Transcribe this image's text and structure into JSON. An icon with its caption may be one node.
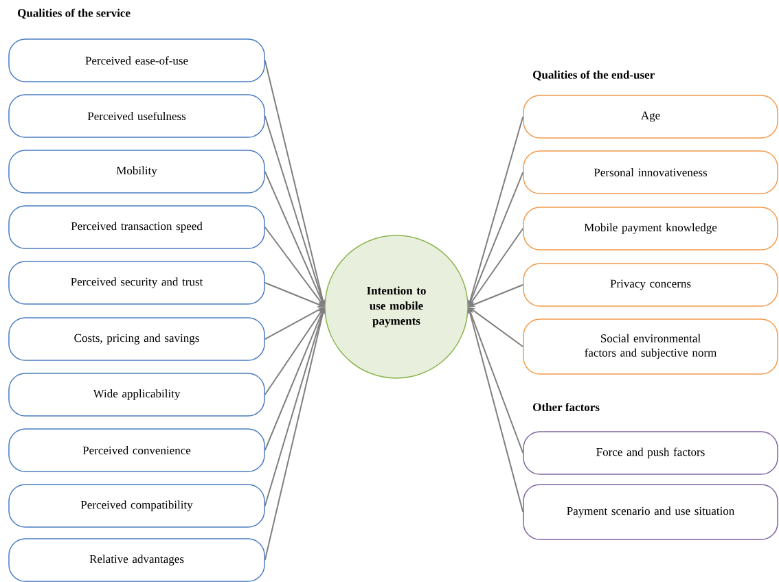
{
  "diagram": {
    "nodes": [
      {
        "text": [
          "Perceived ease-of-use"
        ]
      },
      {
        "text": [
          "Perceived usefulness"
        ]
      },
      {
        "text": [
          "Mobility"
        ]
      },
      {
        "text": [
          "Perceived transaction speed"
        ]
      },
      {
        "text": [
          "Perceived security and trust"
        ]
      },
      {
        "text": [
          "Costs, pricing and savings"
        ]
      },
      {
        "text": [
          "Wide applicability"
        ]
      },
      {
        "text": [
          "Perceived convenience"
        ]
      },
      {
        "text": [
          "Perceived compatibility"
        ]
      },
      {
        "text": [
          "Relative advantages"
        ]
      },
      {
        "text": [
          "Intention to use mobile payments"
        ]
      },
      {
        "text": [
          "Age"
        ]
      },
      {
        "text": [
          "Personal innovativeness"
        ]
      },
      {
        "text": [
          "Mobile payment knowledge"
        ]
      },
      {
        "text": [
          "Privacy concerns"
        ]
      },
      {
        "text": [
          "Social environmental factors and subjective norm"
        ]
      },
      {
        "text": [
          "Force and push factors"
        ]
      },
      {
        "text": [
          "Payment scenario and use situation"
        ]
      }
    ],
    "edges": [
      {
        "from": 0,
        "to": 10,
        "arrow": "to"
      },
      {
        "from": 1,
        "to": 10,
        "arrow": "to"
      },
      {
        "from": 2,
        "to": 10,
        "arrow": "to"
      },
      {
        "from": 3,
        "to": 10,
        "arrow": "to"
      },
      {
        "from": 4,
        "to": 10,
        "arrow": "to"
      },
      {
        "from": 5,
        "to": 10,
        "arrow": "to"
      },
      {
        "from": 6,
        "to": 10,
        "arrow": "to"
      },
      {
        "from": 7,
        "to": 10,
        "arrow": "to"
      },
      {
        "from": 8,
        "to": 10,
        "arrow": "to"
      },
      {
        "from": 9,
        "to": 10,
        "arrow": "to"
      },
      {
        "from": 11,
        "to": 10,
        "arrow": "to"
      },
      {
        "from": 12,
        "to": 10,
        "arrow": "to"
      },
      {
        "from": 13,
        "to": 10,
        "arrow": "to"
      },
      {
        "from": 14,
        "to": 10,
        "arrow": "to"
      },
      {
        "from": 15,
        "to": 10,
        "arrow": "to"
      },
      {
        "from": 16,
        "to": 10,
        "arrow": "to"
      },
      {
        "from": 17,
        "to": 10,
        "arrow": "to"
      }
    ],
    "labels": [
      "Qualities of the service",
      "Qualities of the end-user",
      "Other factors"
    ]
  }
}
